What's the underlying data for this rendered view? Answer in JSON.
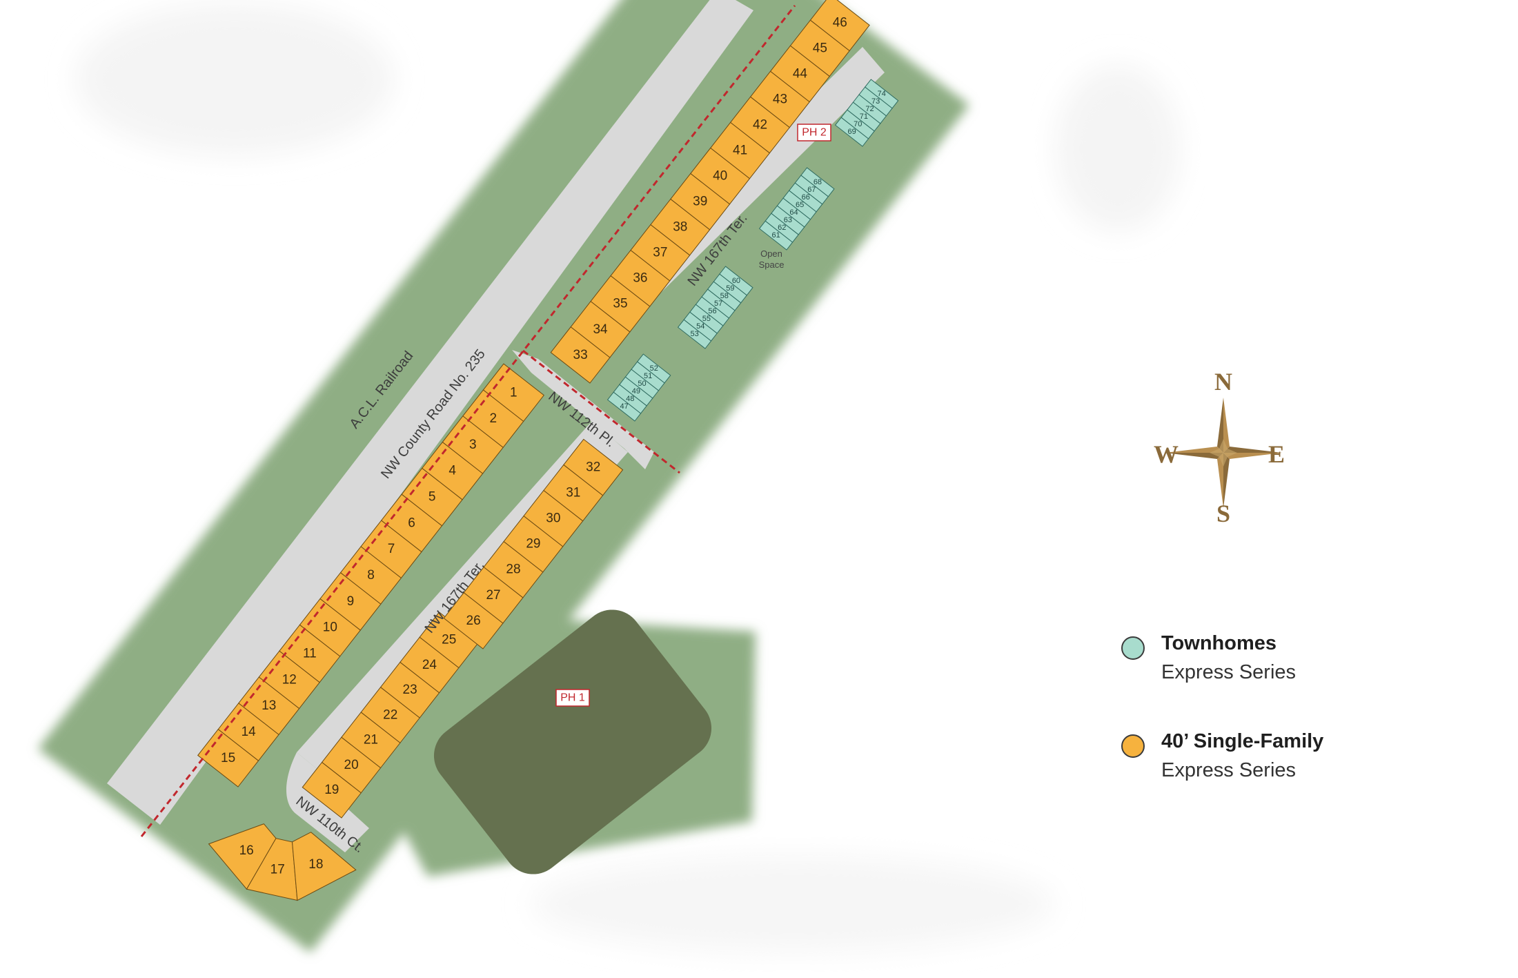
{
  "roads": {
    "railroad": "A.C.L. Railroad",
    "county_road": "NW County Road No. 235",
    "ter_north": "NW 167th Ter.",
    "ter_south": "NW 167th Ter.",
    "place": "NW 112th Pl.",
    "court": "NW 110th Ct."
  },
  "open_space": [
    "Open",
    "Space"
  ],
  "phases": {
    "ph1": "PH 1",
    "ph2": "PH 2"
  },
  "compass": {
    "n": "N",
    "e": "E",
    "s": "S",
    "w": "W"
  },
  "legend": [
    {
      "title": "Townhomes",
      "subtitle": "Express Series",
      "color": "#a8dccd"
    },
    {
      "title": "40’ Single-Family",
      "subtitle": "Express Series",
      "color": "#f6b23e"
    }
  ],
  "colors": {
    "green": "#8fae84",
    "road": "#d9d9d9",
    "lot": "#f6b23e",
    "townhome": "#a8dccd",
    "pond": "#65714f",
    "phase_line": "#c1272d"
  },
  "lots": {
    "west_row": [
      "1",
      "2",
      "3",
      "4",
      "5",
      "6",
      "7",
      "8",
      "9",
      "10",
      "11",
      "12",
      "13",
      "14",
      "15"
    ],
    "court": [
      "16",
      "17",
      "18"
    ],
    "east_row": [
      "19",
      "20",
      "21",
      "22",
      "23",
      "24",
      "25"
    ],
    "mid_row": [
      "26",
      "27",
      "28",
      "29",
      "30",
      "31",
      "32"
    ],
    "north_row": [
      "33",
      "34",
      "35",
      "36",
      "37",
      "38",
      "39",
      "40",
      "41",
      "42",
      "43",
      "44",
      "45",
      "46"
    ],
    "townhomes": {
      "b1": [
        "47",
        "48",
        "49",
        "50",
        "51",
        "52"
      ],
      "b2": [
        "53",
        "54",
        "55",
        "56",
        "57",
        "58",
        "59",
        "60"
      ],
      "b3": [
        "61",
        "62",
        "63",
        "64",
        "65",
        "66",
        "67",
        "68"
      ],
      "b4": [
        "69",
        "70",
        "71",
        "72",
        "73",
        "74"
      ]
    }
  }
}
